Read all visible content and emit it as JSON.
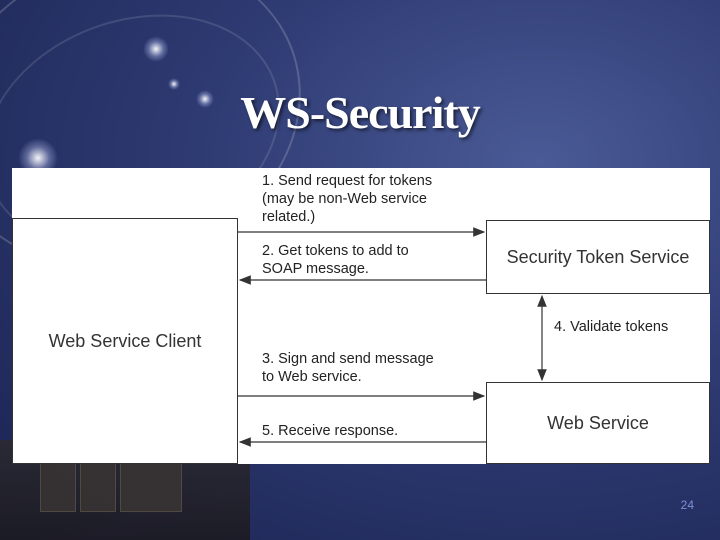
{
  "slide": {
    "title": "WS-Security",
    "page_number": "24"
  },
  "diagram": {
    "nodes": {
      "client": "Web Service Client",
      "sts": "Security Token Service",
      "service": "Web Service"
    },
    "messages": {
      "m1": [
        "1. Send request for tokens",
        "(may be non-Web service",
        "related.)"
      ],
      "m2": [
        "2. Get tokens to add to",
        "SOAP message."
      ],
      "m3": [
        "3. Sign and send message",
        "to Web service."
      ],
      "m4": "4. Validate tokens",
      "m5": "5. Receive response."
    }
  }
}
